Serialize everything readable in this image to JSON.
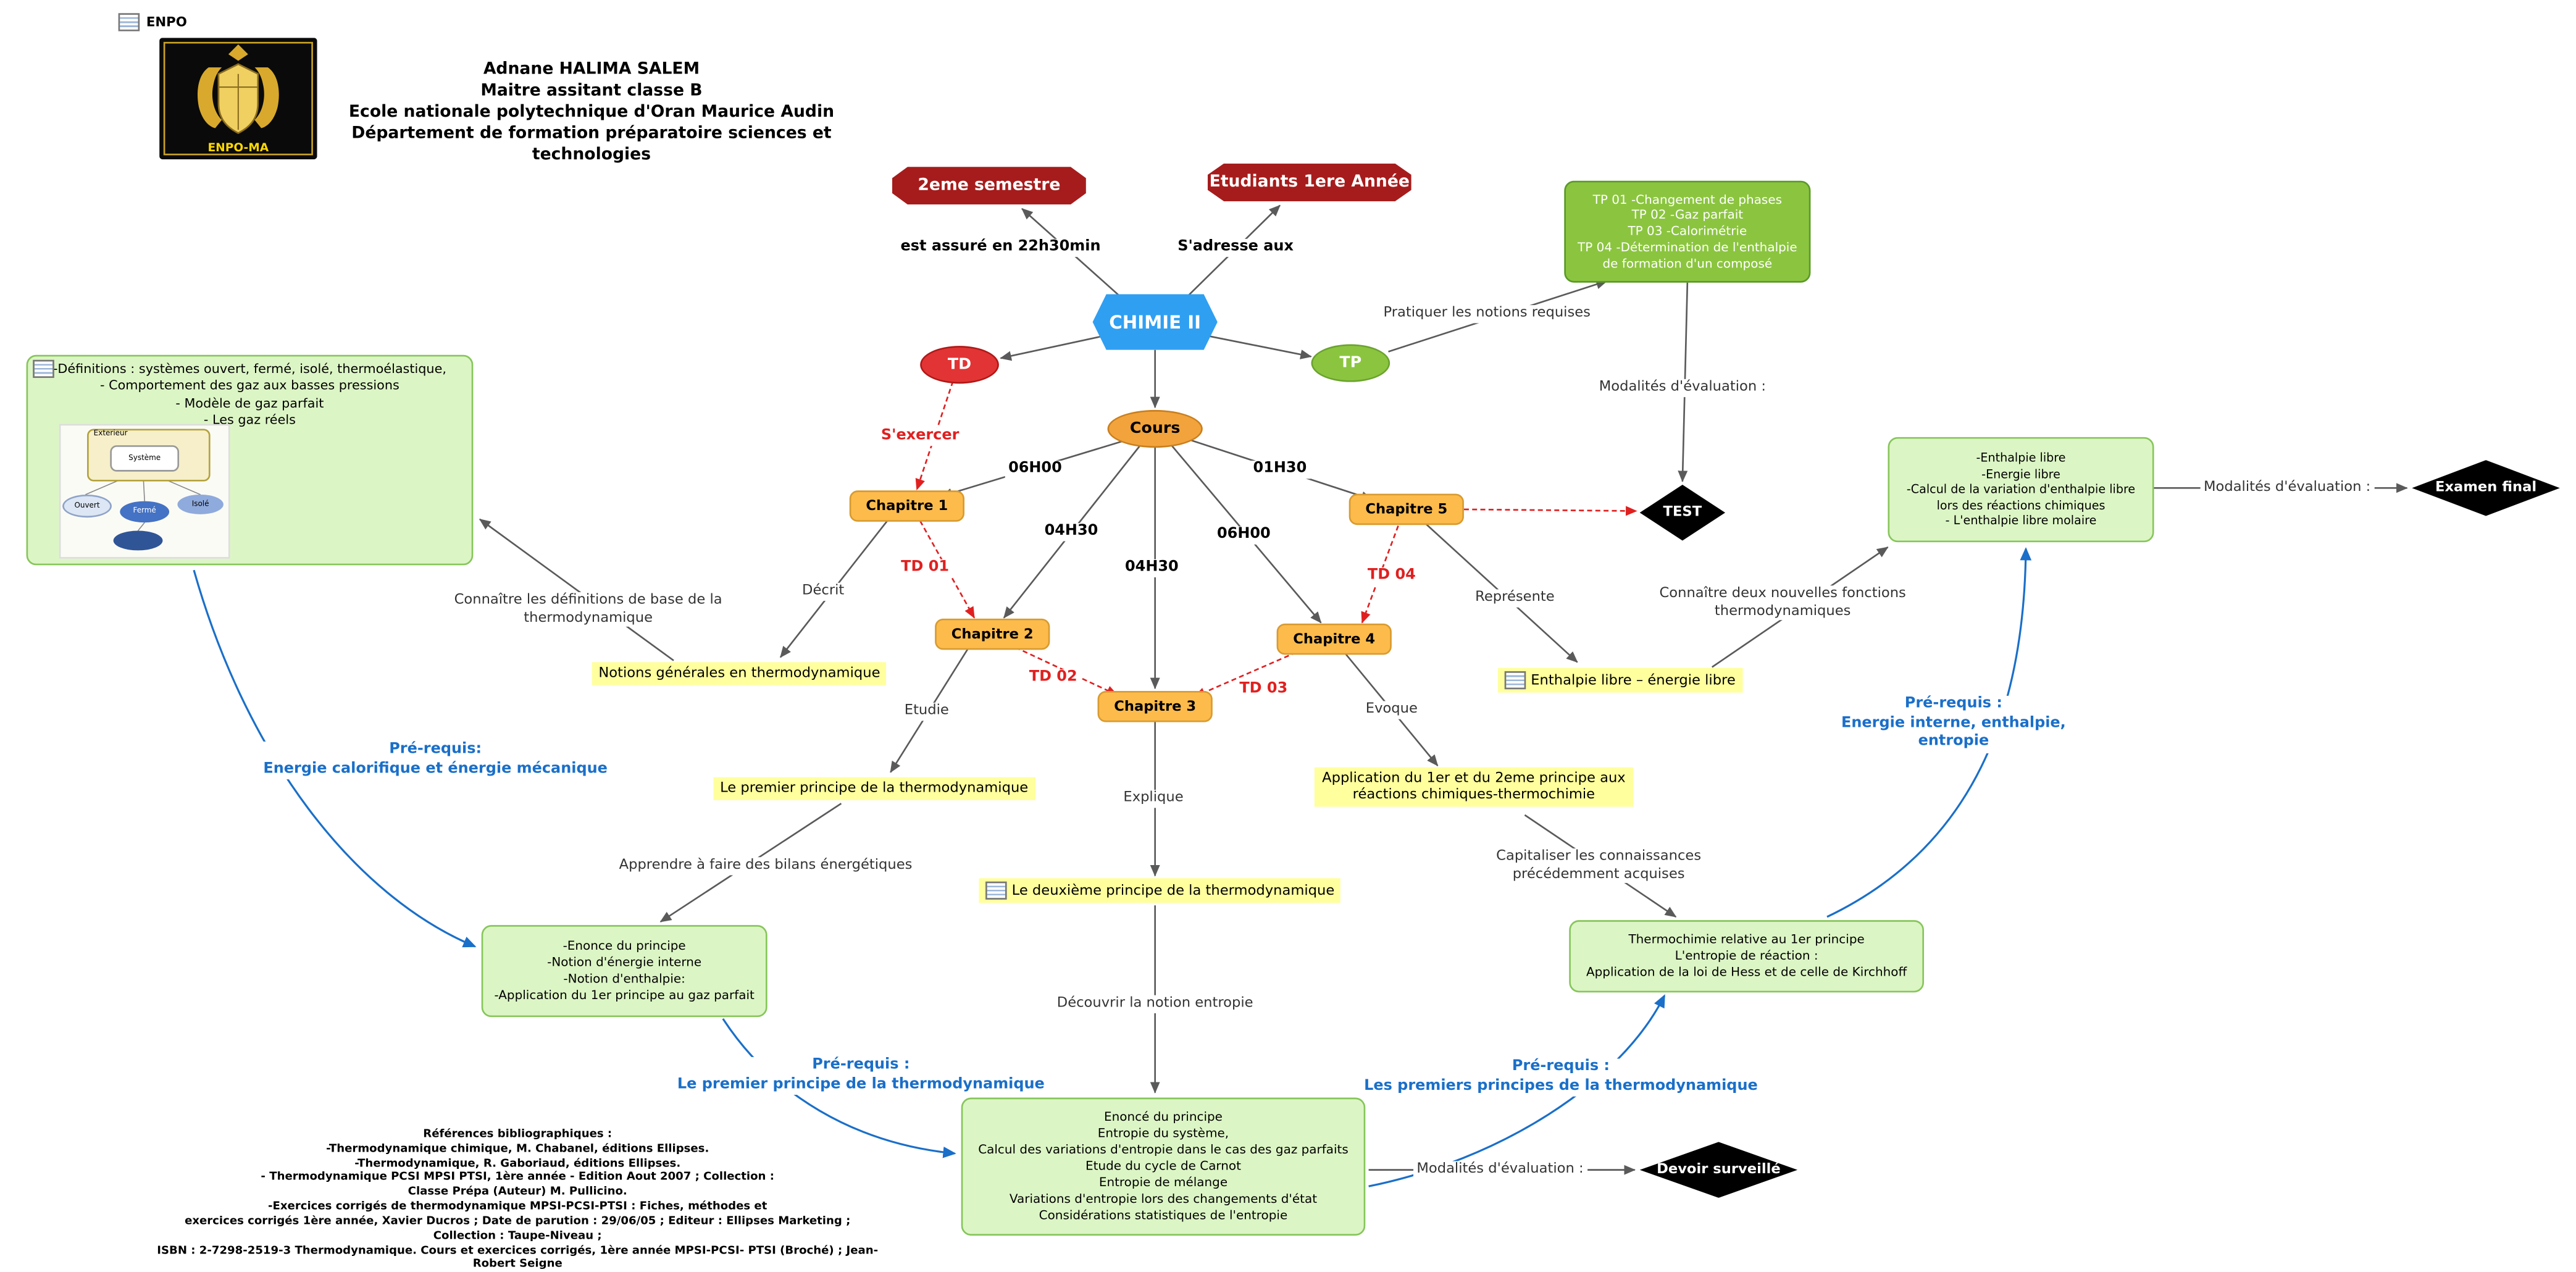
{
  "colors": {
    "node-red": "#a61c1c",
    "hex-blue": "#2f9ff2",
    "td-red": "#e23434",
    "tp-green": "#8bc53f",
    "cours-orange": "#f2a33c",
    "chapter-orange": "#fdbb4c",
    "yellow-label": "#ffff9e",
    "green-box": "#dcf5c5",
    "green-box-border": "#86c65a",
    "blue-text": "#1a6fc9",
    "red-text": "#e02020",
    "arrow-gray": "#5a5a5a"
  },
  "header": {
    "enpo_label": "ENPO",
    "logo_caption": "ENPO-MA",
    "author_lines": [
      "Adnane HALIMA SALEM",
      "Maitre assitant classe B",
      "Ecole nationale polytechnique d'Oran Maurice Audin",
      "Département de formation préparatoire sciences et technologies"
    ]
  },
  "nodes": {
    "semestre": "2eme semestre",
    "etudiants": "Etudiants 1ere Année",
    "chimie": "CHIMIE II",
    "td": "TD",
    "tp": "TP",
    "cours": "Cours",
    "chap1": "Chapitre 1",
    "chap2": "Chapitre 2",
    "chap3": "Chapitre 3",
    "chap4": "Chapitre 4",
    "chap5": "Chapitre 5",
    "test": "TEST",
    "examen": "Examen final",
    "devoir": "Devoir surveillé"
  },
  "edges": {
    "assure": "est assuré en 22h30min",
    "adresse": "S'adresse aux",
    "pratiquer": "Pratiquer les notions requises",
    "modalites": "Modalités d'évaluation :",
    "sexercer": "S'exercer",
    "t1": "06H00",
    "t2": "04H30",
    "t3": "04H30",
    "t4": "06H00",
    "t5": "01H30",
    "td01": "TD 01",
    "td02": "TD 02",
    "td03": "TD 03",
    "td04": "TD 04",
    "decrit": "Décrit",
    "etudie": "Etudie",
    "explique": "Explique",
    "evoque": "Evoque",
    "represente": "Représente",
    "connaitre_definitions": "Connaître les définitions de base de la thermodynamique",
    "bilans": "Apprendre à faire des bilans énergétiques",
    "notion_entropie": "Découvrir la notion entropie",
    "capitaliser": "Capitaliser les connaissances précédemment acquises",
    "nouvelles_fonctions": "Connaître deux nouvelles fonctions thermodynamiques"
  },
  "topics": {
    "notions": "Notions générales en thermodynamique",
    "premier": "Le premier principe de la thermodynamique",
    "deuxieme": "Le deuxième principe de la thermodynamique",
    "application": "Application du 1er et du 2eme principe aux réactions chimiques-thermochimie",
    "enthalpie": "Enthalpie libre – énergie libre"
  },
  "boxes": {
    "definitions_lines": [
      "-Définitions : systèmes ouvert, fermé, isolé, thermoélastique,",
      "- Comportement des gaz aux basses pressions",
      "- Modèle de gaz parfait",
      "- Les gaz réels"
    ],
    "tp_lines": [
      "TP 01 -Changement de phases",
      "TP 02 -Gaz parfait",
      "TP 03 -Calorimétrie",
      "TP 04 -Détermination de l'enthalpie",
      "de formation d'un composé"
    ],
    "enonce_lines": [
      "-Enonce du principe",
      "-Notion d'énergie interne",
      "-Notion d'enthalpie:",
      "-Application du 1er principe au gaz parfait"
    ],
    "entropie_lines": [
      "Enoncé du principe",
      "Entropie du système,",
      "Calcul des variations d'entropie dans le cas des gaz parfaits",
      "Etude du cycle de Carnot",
      "Entropie de mélange",
      "Variations d'entropie lors des changements d'état",
      "Considérations statistiques de l'entropie"
    ],
    "thermochimie_lines": [
      "Thermochimie relative au 1er principe",
      "L'entropie de réaction :",
      "Application de la loi de Hess et de celle de Kirchhoff"
    ],
    "enthalpie_lines": [
      "-Enthalpie libre",
      "-Energie libre",
      "-Calcul de la variation d'enthalpie libre",
      "lors des réactions chimiques",
      "- L'enthalpie libre molaire"
    ]
  },
  "prerequis": {
    "p1_lines": [
      "Pré-requis:",
      "Energie calorifique et énergie mécanique"
    ],
    "p2_lines": [
      "Pré-requis :",
      "Le premier principe de la thermodynamique"
    ],
    "p3_lines": [
      "Pré-requis :",
      "Les premiers principes de la thermodynamique"
    ],
    "p4_lines": [
      "Pré-requis :",
      "Energie interne, enthalpie,",
      "entropie"
    ]
  },
  "inset": {
    "exterieur": "Exterieur",
    "systeme": "Système",
    "ouvert": "Ouvert",
    "ferme": "Fermé",
    "isole": "Isolé"
  },
  "bibliography_lines": [
    "Références bibliographiques :",
    "-Thermodynamique chimique, M. Chabanel, éditions Ellipses.",
    "-Thermodynamique, R. Gaboriaud, éditions Ellipses.",
    "- Thermodynamique PCSI MPSI PTSI, 1ère année - Edition Aout 2007 ; Collection :",
    "Classe Prépa (Auteur) M. Pullicino.",
    "-Exercices corrigés de thermodynamique MPSI-PCSI-PTSI : Fiches, méthodes et",
    "exercices corrigés 1ère année, Xavier Ducros ; Date de parution : 29/06/05 ; Editeur : Ellipses Marketing ; Collection : Taupe-Niveau ;",
    "ISBN : 2-7298-2519-3 Thermodynamique. Cours et exercices corrigés, 1ère année MPSI-PCSI- PTSI (Broché) ; Jean-Robert Seigne"
  ]
}
